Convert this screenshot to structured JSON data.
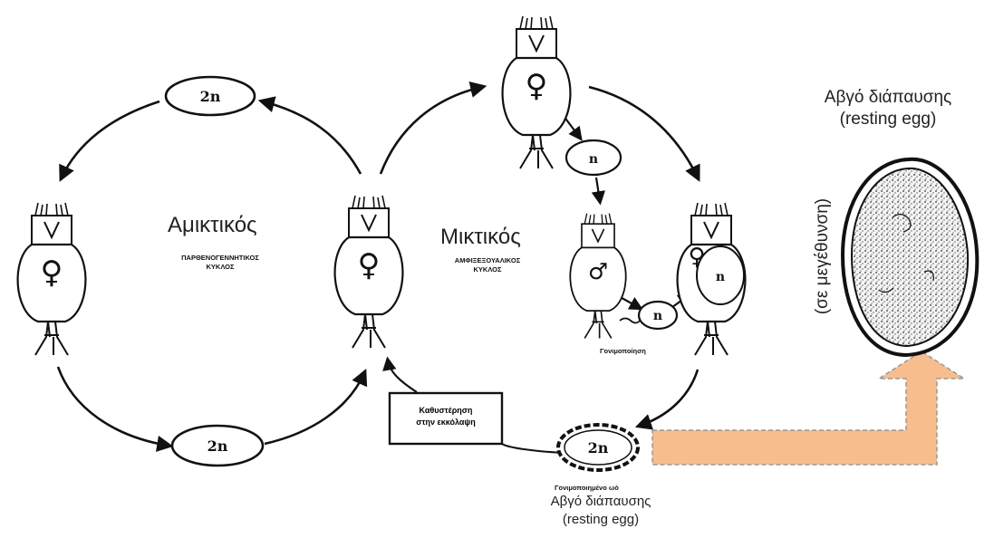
{
  "cycles": {
    "amictic": {
      "title": "Αμικτικός",
      "subtitle_line1": "ΠΑΡΘΕΝΟΓΕΝΝΗΤΙΚΟΣ",
      "subtitle_line2": "ΚΥΚΛΟΣ"
    },
    "mictic": {
      "title": "Μικτικός",
      "subtitle_line1": "ΑΜΦΙΞΕΞΟΥΑΛΙΚΟΣ",
      "subtitle_line2": "ΚΥΚΛΟΣ"
    }
  },
  "eggs": {
    "diploid": "2n",
    "haploid": "n",
    "fertilized_label": "Γονιμοποιημένο ωό",
    "fertilization_label": "Γονιμοποίηση"
  },
  "symbols": {
    "female": "♀",
    "male": "♂"
  },
  "delay_box": {
    "line1": "Καθυστέρηση",
    "line2": "στην εκκόλαψη"
  },
  "resting_egg_bottom": {
    "line1": "Αβγό διάπαυσης",
    "line2": "(resting egg)"
  },
  "resting_egg_top": {
    "line1": "Αβγό διάπαυσης",
    "line2": "(resting egg)"
  },
  "magnified_label": "(σε μεγέθυνση)",
  "colors": {
    "arrow_fill": "#f7bd8c",
    "arrow_border": "#b0b0b0",
    "ink": "#111111"
  }
}
